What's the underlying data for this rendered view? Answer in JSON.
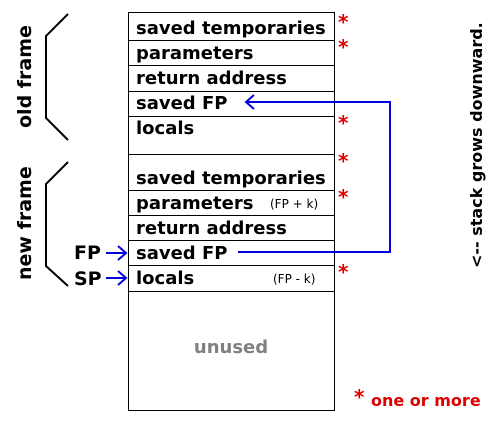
{
  "stack": {
    "old_frame": {
      "label": "old frame",
      "rows": [
        {
          "label": "saved temporaries",
          "note": "",
          "star": true
        },
        {
          "label": "parameters",
          "note": "",
          "star": true
        },
        {
          "label": "return address",
          "note": "",
          "star": false
        },
        {
          "label": "saved FP",
          "note": "",
          "star": false
        },
        {
          "label": "locals",
          "note": "",
          "star": true
        }
      ]
    },
    "new_frame": {
      "label": "new frame",
      "rows": [
        {
          "label": "saved temporaries",
          "note": "",
          "star": true
        },
        {
          "label": "parameters",
          "note": "(FP + k)",
          "star": true
        },
        {
          "label": "return address",
          "note": "",
          "star": false
        },
        {
          "label": "saved FP",
          "note": "",
          "star": false
        },
        {
          "label": "locals",
          "note": "(FP - k)",
          "star": true
        }
      ]
    },
    "unused_label": "unused"
  },
  "pointers": {
    "fp_label": "FP",
    "sp_label": "SP"
  },
  "side_note": "<-- stack grows downward.",
  "legend": {
    "star_symbol": "*",
    "text": "one or more"
  },
  "colors": {
    "arrow": "#0000e0",
    "star": "#e00000",
    "unused": "#808080",
    "border": "#000000"
  }
}
